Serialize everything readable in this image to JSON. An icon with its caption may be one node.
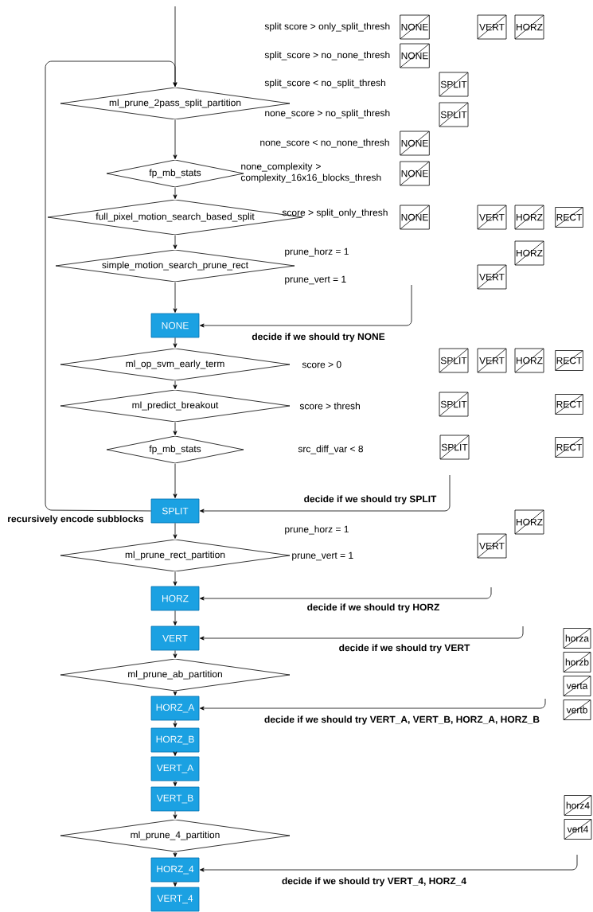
{
  "diagram": {
    "nodes": [
      {
        "text": [
          "ml_prune_2pass_split_partition"
        ]
      },
      {
        "text": [
          "fp_mb_stats"
        ]
      },
      {
        "text": [
          "full_pixel_motion_search_based_split"
        ]
      },
      {
        "text": [
          "simple_motion_search_prune_rect"
        ]
      },
      {
        "text": [
          "NONE"
        ]
      },
      {
        "text": [
          "ml_op_svm_early_term"
        ]
      },
      {
        "text": [
          "ml_predict_breakout"
        ]
      },
      {
        "text": [
          "fp_mb_stats"
        ]
      },
      {
        "text": [
          "SPLIT"
        ]
      },
      {
        "text": [
          "ml_prune_rect_partition"
        ]
      },
      {
        "text": [
          "HORZ"
        ]
      },
      {
        "text": [
          "VERT"
        ]
      },
      {
        "text": [
          "ml_prune_ab_partition"
        ]
      },
      {
        "text": [
          "HORZ_A"
        ]
      },
      {
        "text": [
          "HORZ_B"
        ]
      },
      {
        "text": [
          "VERT_A"
        ]
      },
      {
        "text": [
          "VERT_B"
        ]
      },
      {
        "text": [
          "ml_prune_4_partition"
        ]
      },
      {
        "text": [
          "HORZ_4"
        ]
      },
      {
        "text": [
          "VERT_4"
        ]
      },
      {
        "text": [
          "NONE"
        ]
      },
      {
        "text": [
          "VERT"
        ]
      },
      {
        "text": [
          "HORZ"
        ]
      },
      {
        "text": [
          "NONE"
        ]
      },
      {
        "text": [
          "SPLIT"
        ]
      },
      {
        "text": [
          "SPLIT"
        ]
      },
      {
        "text": [
          "NONE"
        ]
      },
      {
        "text": [
          "NONE"
        ]
      },
      {
        "text": [
          "NONE"
        ]
      },
      {
        "text": [
          "VERT"
        ]
      },
      {
        "text": [
          "HORZ"
        ]
      },
      {
        "text": [
          "RECT"
        ]
      },
      {
        "text": [
          "HORZ"
        ]
      },
      {
        "text": [
          "VERT"
        ]
      },
      {
        "text": [
          "SPLIT"
        ]
      },
      {
        "text": [
          "VERT"
        ]
      },
      {
        "text": [
          "HORZ"
        ]
      },
      {
        "text": [
          "RECT"
        ]
      },
      {
        "text": [
          "SPLIT"
        ]
      },
      {
        "text": [
          "RECT"
        ]
      },
      {
        "text": [
          "SPLIT"
        ]
      },
      {
        "text": [
          "RECT"
        ]
      },
      {
        "text": [
          "HORZ"
        ]
      },
      {
        "text": [
          "VERT"
        ]
      },
      {
        "text": [
          "horza"
        ]
      },
      {
        "text": [
          "horzb"
        ]
      },
      {
        "text": [
          "verta"
        ]
      },
      {
        "text": [
          "vertb"
        ]
      },
      {
        "text": [
          "horz4"
        ]
      },
      {
        "text": [
          "vert4"
        ]
      }
    ],
    "edges": [
      {
        "from": null,
        "to": 0,
        "arrow": "to"
      },
      {
        "from": 0,
        "to": 1,
        "arrow": "to"
      },
      {
        "from": 1,
        "to": 2,
        "arrow": "to"
      },
      {
        "from": 2,
        "to": 3,
        "arrow": "to"
      },
      {
        "from": 3,
        "to": 4,
        "arrow": "to"
      },
      {
        "from": 4,
        "to": 5,
        "arrow": "to"
      },
      {
        "from": 5,
        "to": 6,
        "arrow": "to"
      },
      {
        "from": 6,
        "to": 7,
        "arrow": "to"
      },
      {
        "from": 7,
        "to": 8,
        "arrow": "to"
      },
      {
        "from": 8,
        "to": 9,
        "arrow": "to"
      },
      {
        "from": 9,
        "to": 10,
        "arrow": "to"
      },
      {
        "from": 10,
        "to": 11,
        "arrow": "to"
      },
      {
        "from": 11,
        "to": 12,
        "arrow": "to"
      },
      {
        "from": 12,
        "to": 13,
        "arrow": "to"
      },
      {
        "from": 13,
        "to": 14,
        "arrow": "to"
      },
      {
        "from": 14,
        "to": 15,
        "arrow": "to"
      },
      {
        "from": 15,
        "to": 16,
        "arrow": "to"
      },
      {
        "from": 16,
        "to": 17,
        "arrow": "to"
      },
      {
        "from": 17,
        "to": 18,
        "arrow": "to"
      },
      {
        "from": 18,
        "to": 19,
        "arrow": "to"
      },
      {
        "from": 8,
        "to": 0,
        "arrow": "to",
        "label": "recursively encode subblocks"
      },
      {
        "from": null,
        "to": 4,
        "arrow": "to",
        "label": "decide if we should try NONE"
      },
      {
        "from": null,
        "to": 8,
        "arrow": "to",
        "label": "decide if we should try SPLIT"
      },
      {
        "from": null,
        "to": 10,
        "arrow": "to",
        "label": "decide if we should try HORZ"
      },
      {
        "from": null,
        "to": 11,
        "arrow": "to",
        "label": "decide if we should try VERT"
      },
      {
        "from": null,
        "to": 13,
        "arrow": "to",
        "label": "decide if we should try VERT_A, VERT_B, HORZ_A, HORZ_B"
      },
      {
        "from": null,
        "to": 18,
        "arrow": "to",
        "label": "decide if we should try VERT_4, HORZ_4"
      }
    ],
    "labels": [
      "split score > only_split_thresh",
      "split_score > no_none_thresh",
      "split_score < no_split_thresh",
      "none_score > no_split_thresh",
      "none_score < no_none_thresh",
      "none_complexity > complexity_16x16_blocks_thresh",
      "score > split_only_thresh",
      "prune_horz = 1",
      "prune_vert = 1",
      "score > 0",
      "score > thresh",
      "src_diff_var < 8",
      "prune_horz = 1",
      "prune_vert = 1"
    ]
  }
}
